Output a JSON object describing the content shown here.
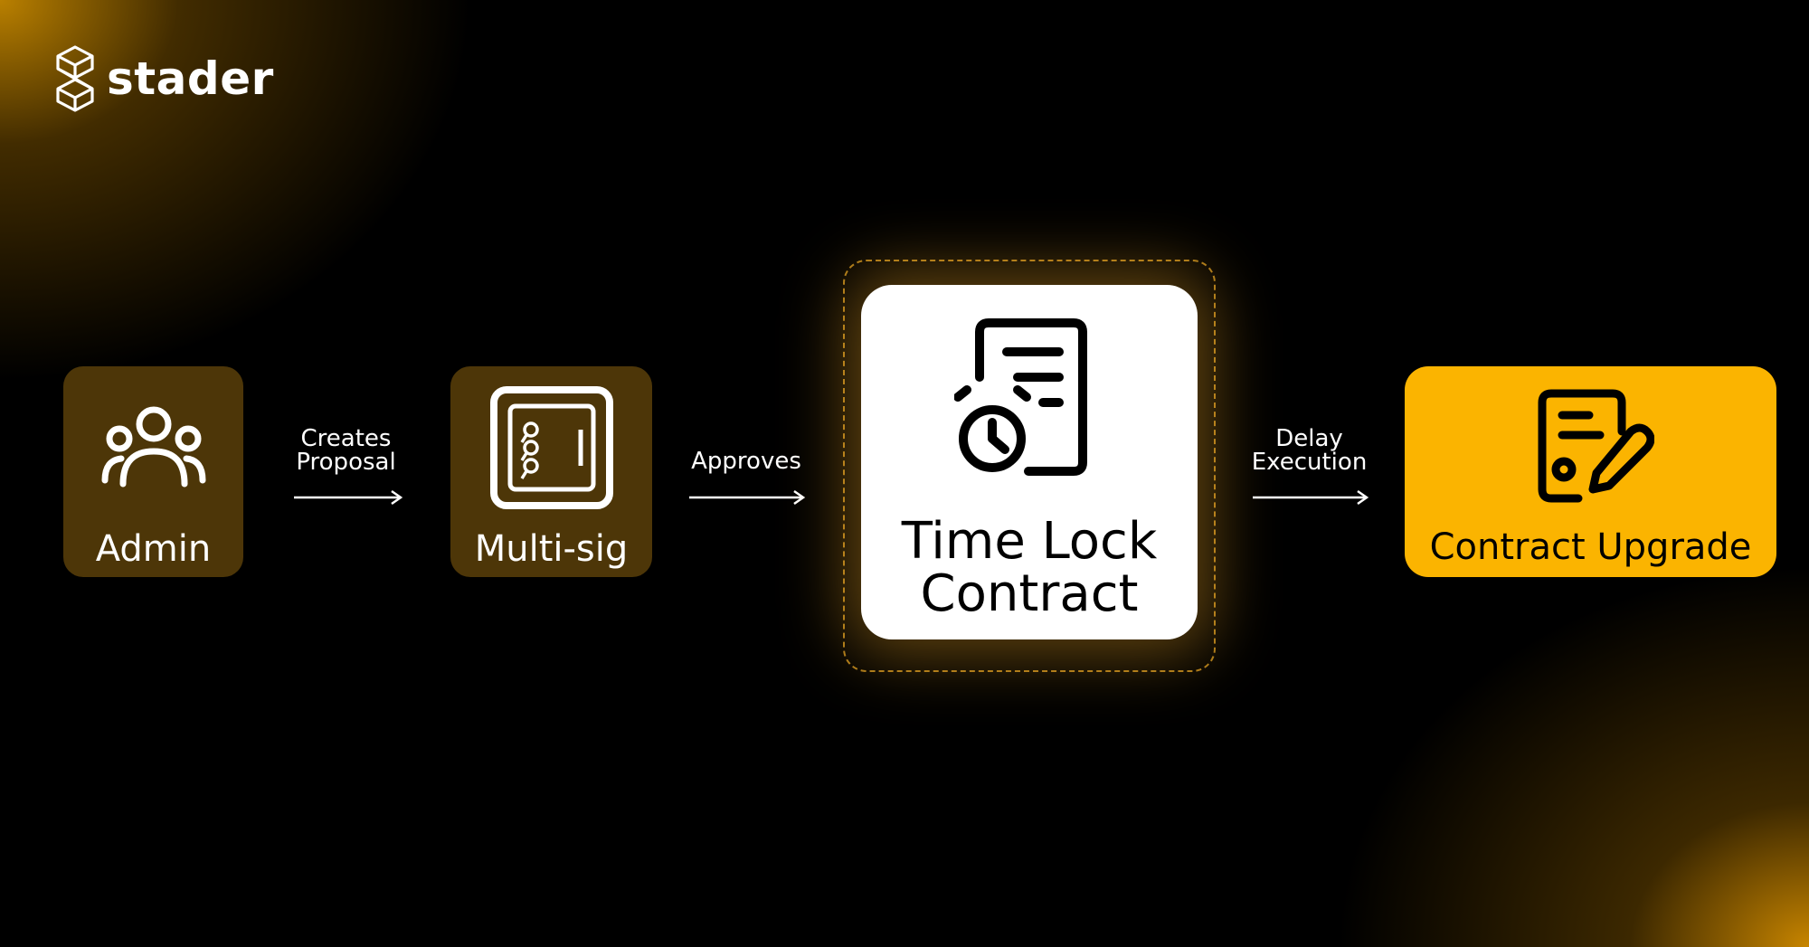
{
  "logo": {
    "text": "stader"
  },
  "nodes": {
    "admin": {
      "label": "Admin"
    },
    "multisig": {
      "label": "Multi-sig"
    },
    "timelock": {
      "line1": "Time Lock",
      "line2": "Contract"
    },
    "upgrade": {
      "label": "Contract Upgrade"
    }
  },
  "edges": {
    "creates_proposal": {
      "line1": "Creates",
      "line2": "Proposal"
    },
    "approves": {
      "line1": "Approves"
    },
    "delay_execution": {
      "line1": "Delay",
      "line2": "Execution"
    }
  },
  "icons": {
    "logo": "stader-logo-icon",
    "admin": "users-icon",
    "multisig": "safe-vault-icon",
    "timelock": "document-alarm-clock-icon",
    "upgrade": "document-edit-icon"
  },
  "colors": {
    "background": "#000000",
    "glow": "#c48700",
    "node_brown": "#4d3608",
    "node_white": "#ffffff",
    "node_yellow": "#fbb400",
    "dash_border": "#a8781a",
    "text_light": "#ffffff",
    "text_dark": "#000000"
  }
}
